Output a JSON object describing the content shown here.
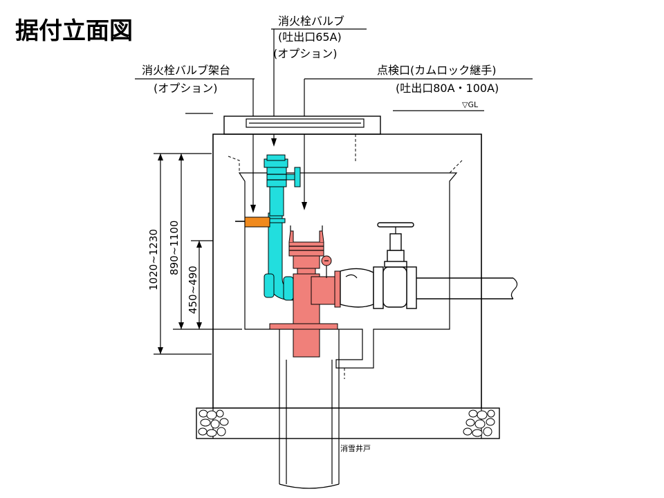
{
  "title": "据付立面図",
  "labels": {
    "valve_line1": "消火栓バルブ",
    "valve_line2": "(吐出口65A)",
    "valve_line3": "(オプション)",
    "stand_line1": "消火栓バルブ架台",
    "stand_line2": "(オプション)",
    "inspect_line1": "点検口(カムロック継手)",
    "inspect_line2": "(吐出口80A・100A)",
    "gl": "▽GL",
    "well": "消雪井戸"
  },
  "dimensions": {
    "outer": "1020~1230",
    "middle": "890~1100",
    "inner": "450~490"
  },
  "colors": {
    "valve": "#22dede",
    "pipe_fitting": "#f0807a",
    "stand": "#f08a1e"
  }
}
